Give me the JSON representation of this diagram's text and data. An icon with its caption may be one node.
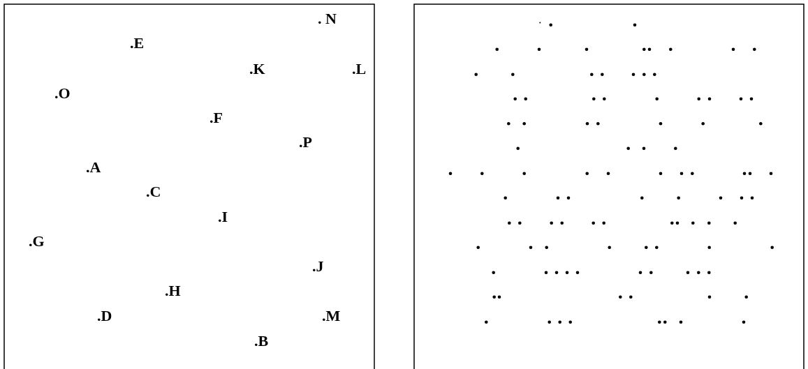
{
  "diagram": {
    "labels": [
      ". N",
      ".E",
      ".K",
      ".L",
      ".O",
      ".F",
      ".P",
      ".A",
      ".C",
      ".I",
      ".G",
      ".J",
      ".H",
      ".D",
      ".M",
      ".B"
    ]
  }
}
